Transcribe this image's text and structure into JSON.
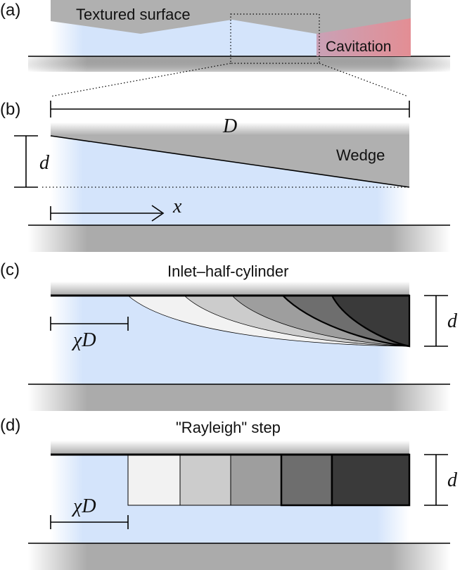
{
  "colors": {
    "fluid": "#d4e4fb",
    "solid": "#b0b0b0",
    "cavitation": "#d98c9a",
    "line": "#000000",
    "texture_shades": [
      "#f2f2f2",
      "#cccccc",
      "#9e9e9e",
      "#6e6e6e",
      "#3a3a3a"
    ]
  },
  "panels": {
    "a": {
      "tag": "(a)",
      "surface_label": "Textured surface",
      "cavitation_label": "Cavitation"
    },
    "b": {
      "tag": "(b)",
      "length_label": "D",
      "depth_label": "d",
      "coord_label": "x",
      "shape_label": "Wedge"
    },
    "c": {
      "tag": "(c)",
      "title": "Inlet–half-cylinder",
      "offset_label": "χD",
      "depth_label": "d"
    },
    "d": {
      "tag": "(d)",
      "title": "\"Rayleigh\" step",
      "offset_label": "χD",
      "depth_label": "d"
    }
  }
}
